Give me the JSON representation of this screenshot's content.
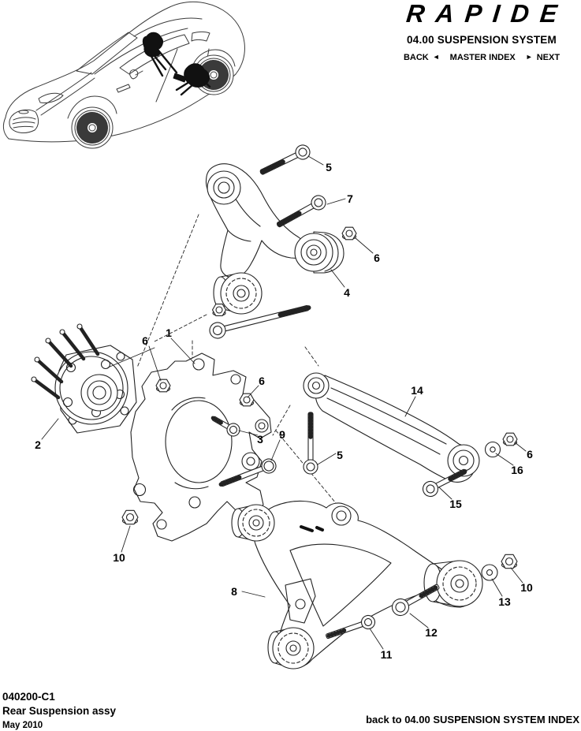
{
  "header": {
    "brand": "RAPIDE",
    "section_title": "04.00 SUSPENSION SYSTEM",
    "nav": {
      "back_label": "BACK",
      "back_arrow": "◄",
      "master_index_label": "MASTER INDEX",
      "next_arrow": "►",
      "next_label": "NEXT"
    }
  },
  "diagram": {
    "description": "Rear suspension assembly exploded view with numbered part callouts",
    "callouts": [
      {
        "id": "bolt-upper-front",
        "label": "5"
      },
      {
        "id": "bolt-upper-rear",
        "label": "7"
      },
      {
        "id": "nut-upper-arm",
        "label": "6"
      },
      {
        "id": "bushing-upper-arm",
        "label": "4"
      },
      {
        "id": "rear-knuckle",
        "label": "1"
      },
      {
        "id": "nut-knuckle-left",
        "label": "6"
      },
      {
        "id": "hub-assembly",
        "label": "2"
      },
      {
        "id": "nut-knuckle-right",
        "label": "6"
      },
      {
        "id": "bolt-knuckle-small",
        "label": "3"
      },
      {
        "id": "bolt-knuckle-long",
        "label": "9"
      },
      {
        "id": "bolt-toe-link-inner",
        "label": "5"
      },
      {
        "id": "toe-link",
        "label": "14"
      },
      {
        "id": "nut-toe-link",
        "label": "6"
      },
      {
        "id": "washer-toe-link",
        "label": "16"
      },
      {
        "id": "bolt-toe-link-outer",
        "label": "15"
      },
      {
        "id": "nut-lower-arm-left",
        "label": "10"
      },
      {
        "id": "lower-control-arm",
        "label": "8"
      },
      {
        "id": "washer-lower-arm",
        "label": "13"
      },
      {
        "id": "nut-lower-arm-right",
        "label": "10"
      },
      {
        "id": "bolt-lower-outer",
        "label": "12"
      },
      {
        "id": "bolt-lower-front",
        "label": "11"
      }
    ]
  },
  "footer": {
    "doc_code": "040200-C1",
    "doc_title": "Rear Suspension assy",
    "date": "May 2010",
    "index_link": "back to 04.00 SUSPENSION SYSTEM INDEX"
  },
  "colors": {
    "line_art": "#222222",
    "text": "#000000"
  }
}
